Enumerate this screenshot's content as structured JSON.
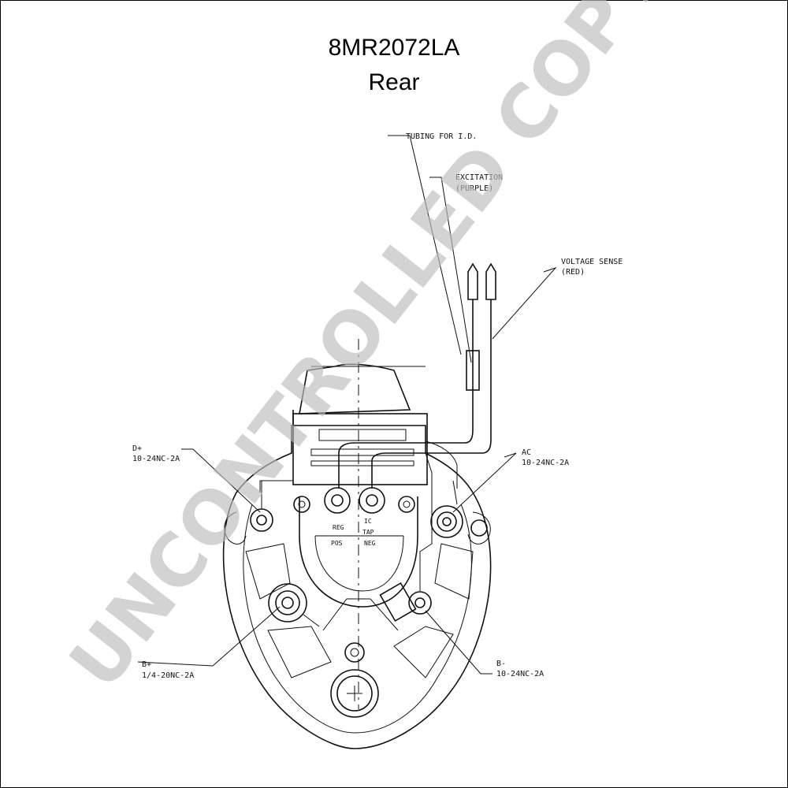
{
  "title": "8MR2072LA",
  "subtitle": "Rear",
  "watermark": "UNCONTROLLED COPY",
  "labels": {
    "tubing": "TUBING FOR I.D.",
    "excitation_1": "EXCITATION",
    "excitation_2": "(PURPLE)",
    "voltage_1": "VOLTAGE SENSE",
    "voltage_2": "(RED)",
    "dplus_1": "D+",
    "dplus_2": "10-24NC-2A",
    "ac_1": "AC",
    "ac_2": "10-24NC-2A",
    "bplus_1": "B+",
    "bplus_2": "1/4-20NC-2A",
    "bminus_1": "B-",
    "bminus_2": "10-24NC-2A",
    "reg": "REG",
    "ic": "IC",
    "tap": "TAP",
    "pos": "POS",
    "neg": "NEG"
  },
  "colors": {
    "line": "#111111",
    "watermark": "#bdbdbd"
  }
}
